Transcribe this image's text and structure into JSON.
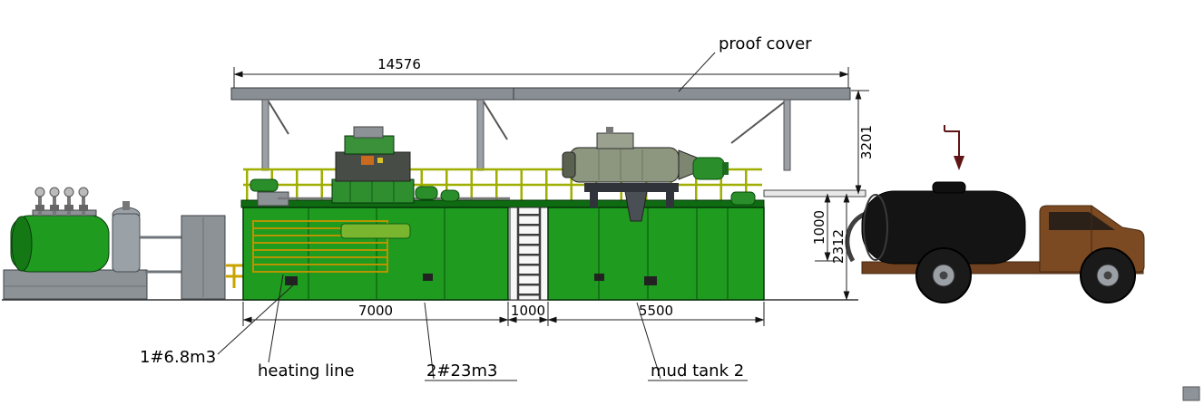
{
  "labels": {
    "proof_cover": "proof cover",
    "compartment_1": "1#6.8m3",
    "heating_line": "heating line",
    "compartment_2": "2#23m3",
    "mud_tank_2": "mud tank 2"
  },
  "dimensions": {
    "total_length": "14576",
    "tank1_length": "7000",
    "gap_length": "1000",
    "tank2_length": "5500",
    "overall_height": "3201",
    "outlet_height": "1000",
    "tank_height": "2312"
  },
  "colors": {
    "tank_green": "#1f9b1f",
    "cover_gray": "#898f94",
    "handrail_yellow": "#9fae00",
    "heating_coil_yellow": "#b79400",
    "truck_tank_black": "#141414",
    "truck_cab_brown": "#7c4a22",
    "marker_red": "#5f1515"
  },
  "icons": {
    "elevation_marker": "down-arrow-datum"
  }
}
